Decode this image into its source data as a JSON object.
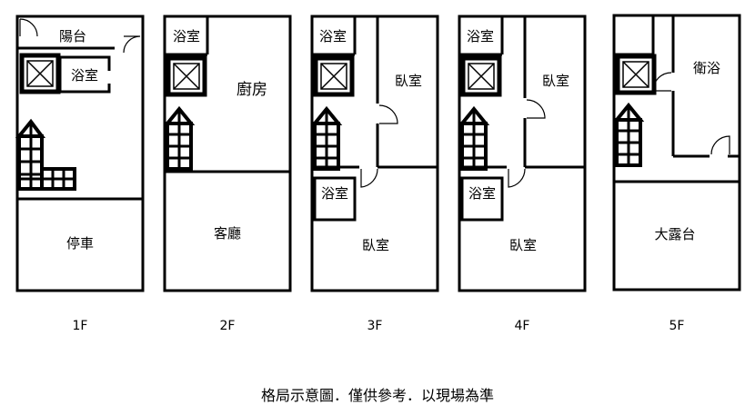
{
  "floors": [
    {
      "label": "1F",
      "rooms": {
        "balcony": "陽台",
        "bath": "浴室",
        "parking": "停車"
      }
    },
    {
      "label": "2F",
      "rooms": {
        "bath": "浴室",
        "kitchen": "廚房",
        "living": "客廳"
      }
    },
    {
      "label": "3F",
      "rooms": {
        "bath_top": "浴室",
        "bedroom_right": "臥室",
        "bath_mid": "浴室",
        "bedroom_bottom": "臥室"
      }
    },
    {
      "label": "4F",
      "rooms": {
        "bath_top": "浴室",
        "bedroom_right": "臥室",
        "bath_mid": "浴室",
        "bedroom_bottom": "臥室"
      }
    },
    {
      "label": "5F",
      "rooms": {
        "bath": "衛浴",
        "terrace": "大露台"
      }
    }
  ],
  "caption": "格局示意圖．僅供參考．以現場為準"
}
